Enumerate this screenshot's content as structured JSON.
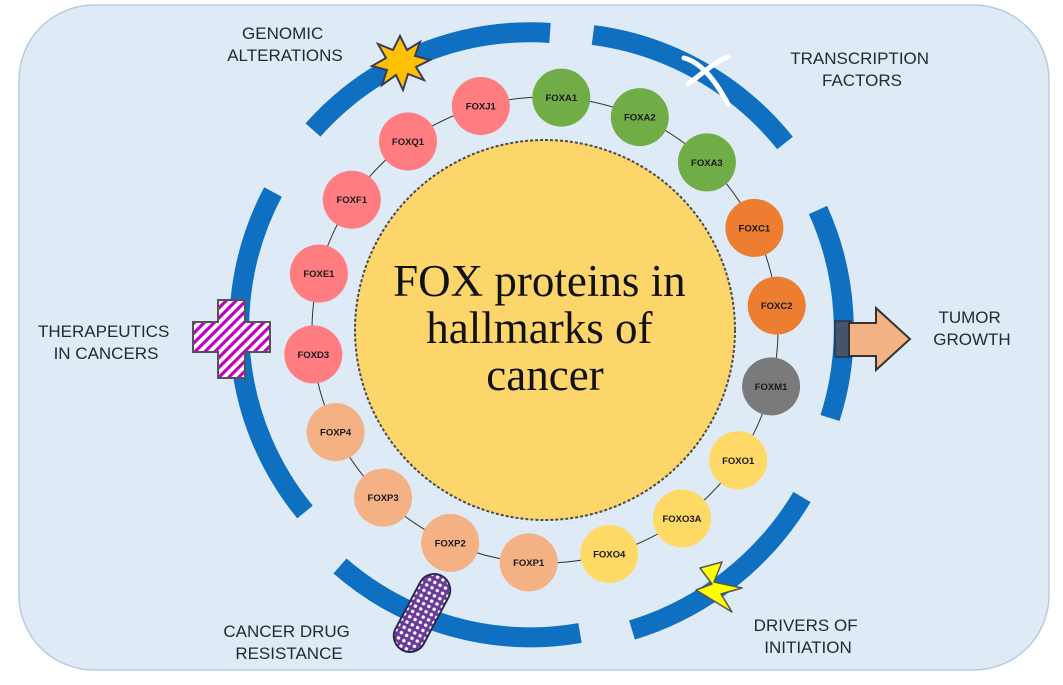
{
  "center": {
    "lines": [
      "FOX proteins in",
      "hallmarks of",
      "cancer"
    ],
    "fill": "#FCD66A",
    "stroke": "#4a4a4a"
  },
  "hallmarks": {
    "genomic": [
      "GENOMIC",
      "ALTERATIONS"
    ],
    "transcription": [
      "TRANSCRIPTION",
      "FACTORS"
    ],
    "tumor": [
      "TUMOR",
      "GROWTH"
    ],
    "drivers": [
      "DRIVERS OF",
      "INITIATION"
    ],
    "resistance": [
      "CANCER DRUG",
      "RESISTANCE"
    ],
    "therapeutics": [
      "THERAPEUTICS",
      "IN CANCERS"
    ]
  },
  "proteins": [
    {
      "label": "FOXA1",
      "color": "#70AD47"
    },
    {
      "label": "FOXA2",
      "color": "#70AD47"
    },
    {
      "label": "FOXA3",
      "color": "#70AD47"
    },
    {
      "label": "FOXC1",
      "color": "#ED7D31"
    },
    {
      "label": "FOXC2",
      "color": "#ED7D31"
    },
    {
      "label": "FOXM1",
      "color": "#7A7A7A"
    },
    {
      "label": "FOXO1",
      "color": "#FFD966"
    },
    {
      "label": "FOXO3A",
      "color": "#FFD966"
    },
    {
      "label": "FOXO4",
      "color": "#FFD966"
    },
    {
      "label": "FOXP1",
      "color": "#F4B183"
    },
    {
      "label": "FOXP2",
      "color": "#F4B183"
    },
    {
      "label": "FOXP3",
      "color": "#F4B183"
    },
    {
      "label": "FOXP4",
      "color": "#F4B183"
    },
    {
      "label": "FOXD3",
      "color": "#FF7C80"
    },
    {
      "label": "FOXE1",
      "color": "#FF7C80"
    },
    {
      "label": "FOXF1",
      "color": "#FF7C80"
    },
    {
      "label": "FOXQ1",
      "color": "#FF7C80"
    },
    {
      "label": "FOXJ1",
      "color": "#FF7C80"
    }
  ],
  "colors": {
    "background": "#DEEBF7",
    "arc": "#0F6FC0",
    "connector": "#333333"
  },
  "icons": {
    "genomic": "explosion-icon",
    "transcription": "dna-helix-icon",
    "tumor": "arrow-right-icon",
    "drivers": "lightning-icon",
    "resistance": "pill-capsule-icon",
    "therapeutics": "medical-cross-icon"
  }
}
